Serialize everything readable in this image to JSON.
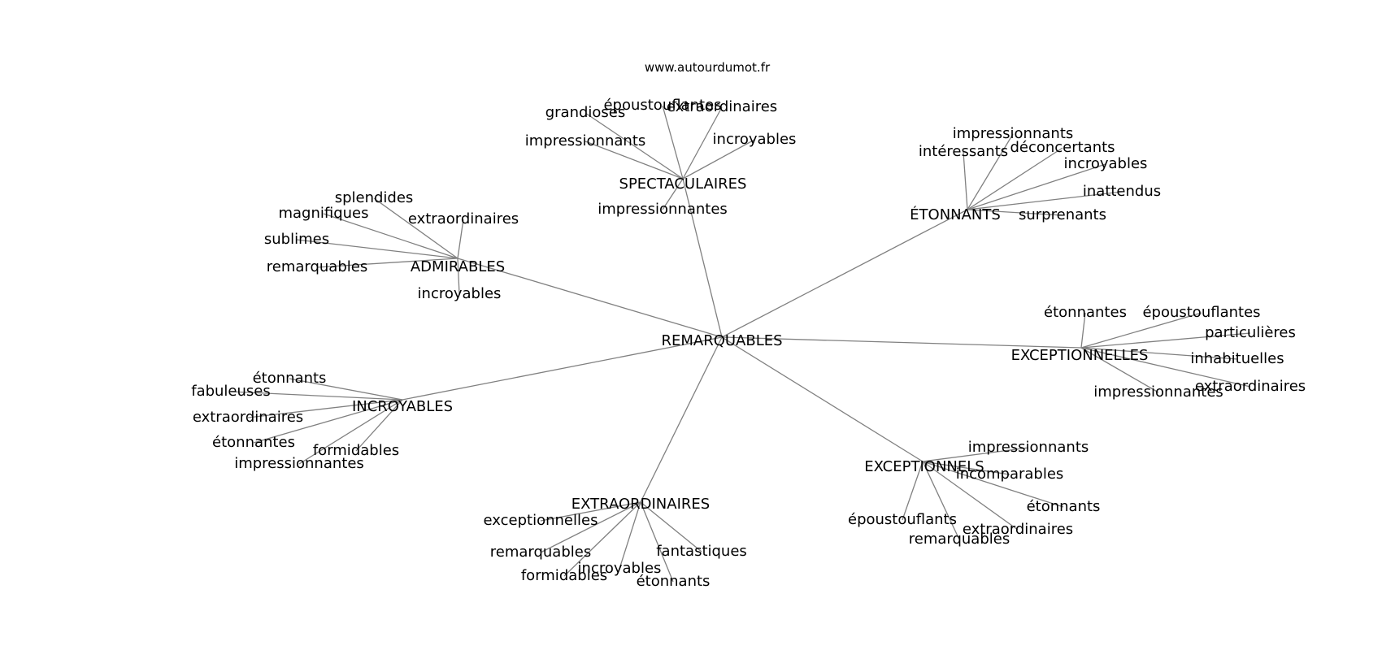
{
  "watermark": "www.autourdumot.fr",
  "colors": {
    "edge": "#808080",
    "text": "#000000",
    "background": "#ffffff"
  },
  "graph": {
    "center": "REMARQUABLES",
    "hubs": [
      {
        "id": "spectaculaires",
        "label": "SPECTACULAIRES",
        "leaves": [
          "grandioses",
          "époustouflantes",
          "extraordinaires",
          "impressionnants",
          "incroyables",
          "impressionnantes"
        ]
      },
      {
        "id": "etonnants",
        "label": "ÉTONNANTS",
        "leaves": [
          "impressionnants",
          "intéressants",
          "déconcertants",
          "incroyables",
          "inattendus",
          "surprenants"
        ]
      },
      {
        "id": "admirables",
        "label": "ADMIRABLES",
        "leaves": [
          "splendides",
          "magnifiques",
          "extraordinaires",
          "sublimes",
          "remarquables",
          "incroyables"
        ]
      },
      {
        "id": "exceptionnelles",
        "label": "EXCEPTIONNELLES",
        "leaves": [
          "étonnantes",
          "époustouflantes",
          "particulières",
          "inhabituelles",
          "extraordinaires",
          "impressionnantes"
        ]
      },
      {
        "id": "incroyables",
        "label": "INCROYABLES",
        "leaves": [
          "étonnants",
          "fabuleuses",
          "extraordinaires",
          "étonnantes",
          "formidables",
          "impressionnantes"
        ]
      },
      {
        "id": "exceptionnels",
        "label": "EXCEPTIONNELS",
        "leaves": [
          "impressionnants",
          "incomparables",
          "étonnants",
          "époustouflants",
          "extraordinaires",
          "remarquables"
        ]
      },
      {
        "id": "extraordinaires",
        "label": "EXTRAORDINAIRES",
        "leaves": [
          "exceptionnelles",
          "remarquables",
          "fantastiques",
          "incroyables",
          "formidables",
          "étonnants"
        ]
      }
    ]
  }
}
